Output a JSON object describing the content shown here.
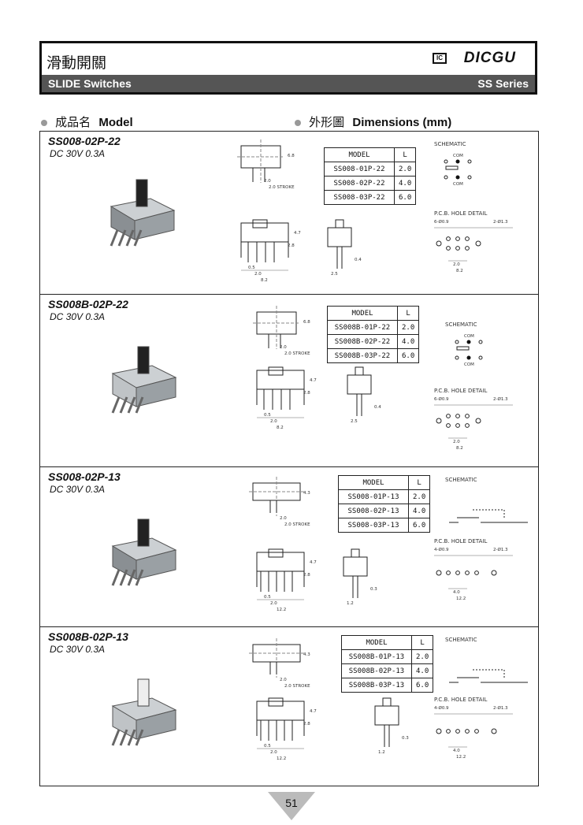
{
  "header": {
    "title_cn": "滑動開關",
    "title_en": "SLIDE Switches",
    "brand": "DICGU",
    "brand_logo": "IC",
    "series": "SS Series"
  },
  "sections": {
    "model_cn": "成品名",
    "model_en": "Model",
    "dims_cn": "外形圖",
    "dims_en": "Dimensions (mm)"
  },
  "labels": {
    "schematic": "SCHEMATIC",
    "pcb": "P.C.B. HOLE DETAIL",
    "com": "COM",
    "stroke": "2.0 STROKE"
  },
  "models": [
    {
      "name": "SS008-02P-22",
      "spec": "DC 30V  0.3A",
      "table_header": [
        "MODEL",
        "L"
      ],
      "table": [
        [
          "SS008-01P-22",
          "2.0"
        ],
        [
          "SS008-02P-22",
          "4.0"
        ],
        [
          "SS008-03P-22",
          "6.0"
        ]
      ],
      "dims": {
        "h": "6.8",
        "a": "2.0",
        "w": "8.2",
        "p1": "2.0",
        "p2": "2.0",
        "t": "0.5",
        "t2": "0.4",
        "h2": "4.7",
        "h3": "2.8",
        "side": "2.5",
        "hole1": "6-Ø0.9",
        "hole2": "2-Ø1.3"
      }
    },
    {
      "name": "SS008B-02P-22",
      "spec": "DC 30V  0.3A",
      "table_header": [
        "MODEL",
        "L"
      ],
      "table": [
        [
          "SS008B-01P-22",
          "2.0"
        ],
        [
          "SS008B-02P-22",
          "4.0"
        ],
        [
          "SS008B-03P-22",
          "6.0"
        ]
      ],
      "dims": {
        "h": "6.8",
        "a": "2.0",
        "w": "8.2",
        "p1": "2.0",
        "p2": "2.0",
        "t": "0.5",
        "t2": "0.4",
        "h2": "4.7",
        "h3": "2.8",
        "side": "2.5",
        "hole1": "6-Ø0.9",
        "hole2": "2-Ø1.3"
      }
    },
    {
      "name": "SS008-02P-13",
      "spec": "DC 30V  0.3A",
      "table_header": [
        "MODEL",
        "L"
      ],
      "table": [
        [
          "SS008-01P-13",
          "2.0"
        ],
        [
          "SS008-02P-13",
          "4.0"
        ],
        [
          "SS008-03P-13",
          "6.0"
        ]
      ],
      "dims": {
        "h": "4.3",
        "a": "2.0",
        "w": "12.2",
        "p1": "4.0",
        "p2": "2.0",
        "t": "0.5",
        "t2": "0.3",
        "h2": "4.7",
        "h3": "2.8",
        "side": "1.2",
        "hole1": "4-Ø0.9",
        "hole2": "2-Ø1.3"
      }
    },
    {
      "name": "SS008B-02P-13",
      "spec": "DC 30V  0.3A",
      "table_header": [
        "MODEL",
        "L"
      ],
      "table": [
        [
          "SS008B-01P-13",
          "2.0"
        ],
        [
          "SS008B-02P-13",
          "4.0"
        ],
        [
          "SS008B-03P-13",
          "6.0"
        ]
      ],
      "dims": {
        "h": "4.3",
        "a": "2.0",
        "w": "12.2",
        "p1": "4.0",
        "p2": "2.0",
        "t": "0.5",
        "t2": "0.3",
        "h2": "4.7",
        "h3": "2.8",
        "side": "1.2",
        "hole1": "4-Ø0.9",
        "hole2": "2-Ø1.3"
      }
    }
  ],
  "page_number": "51"
}
